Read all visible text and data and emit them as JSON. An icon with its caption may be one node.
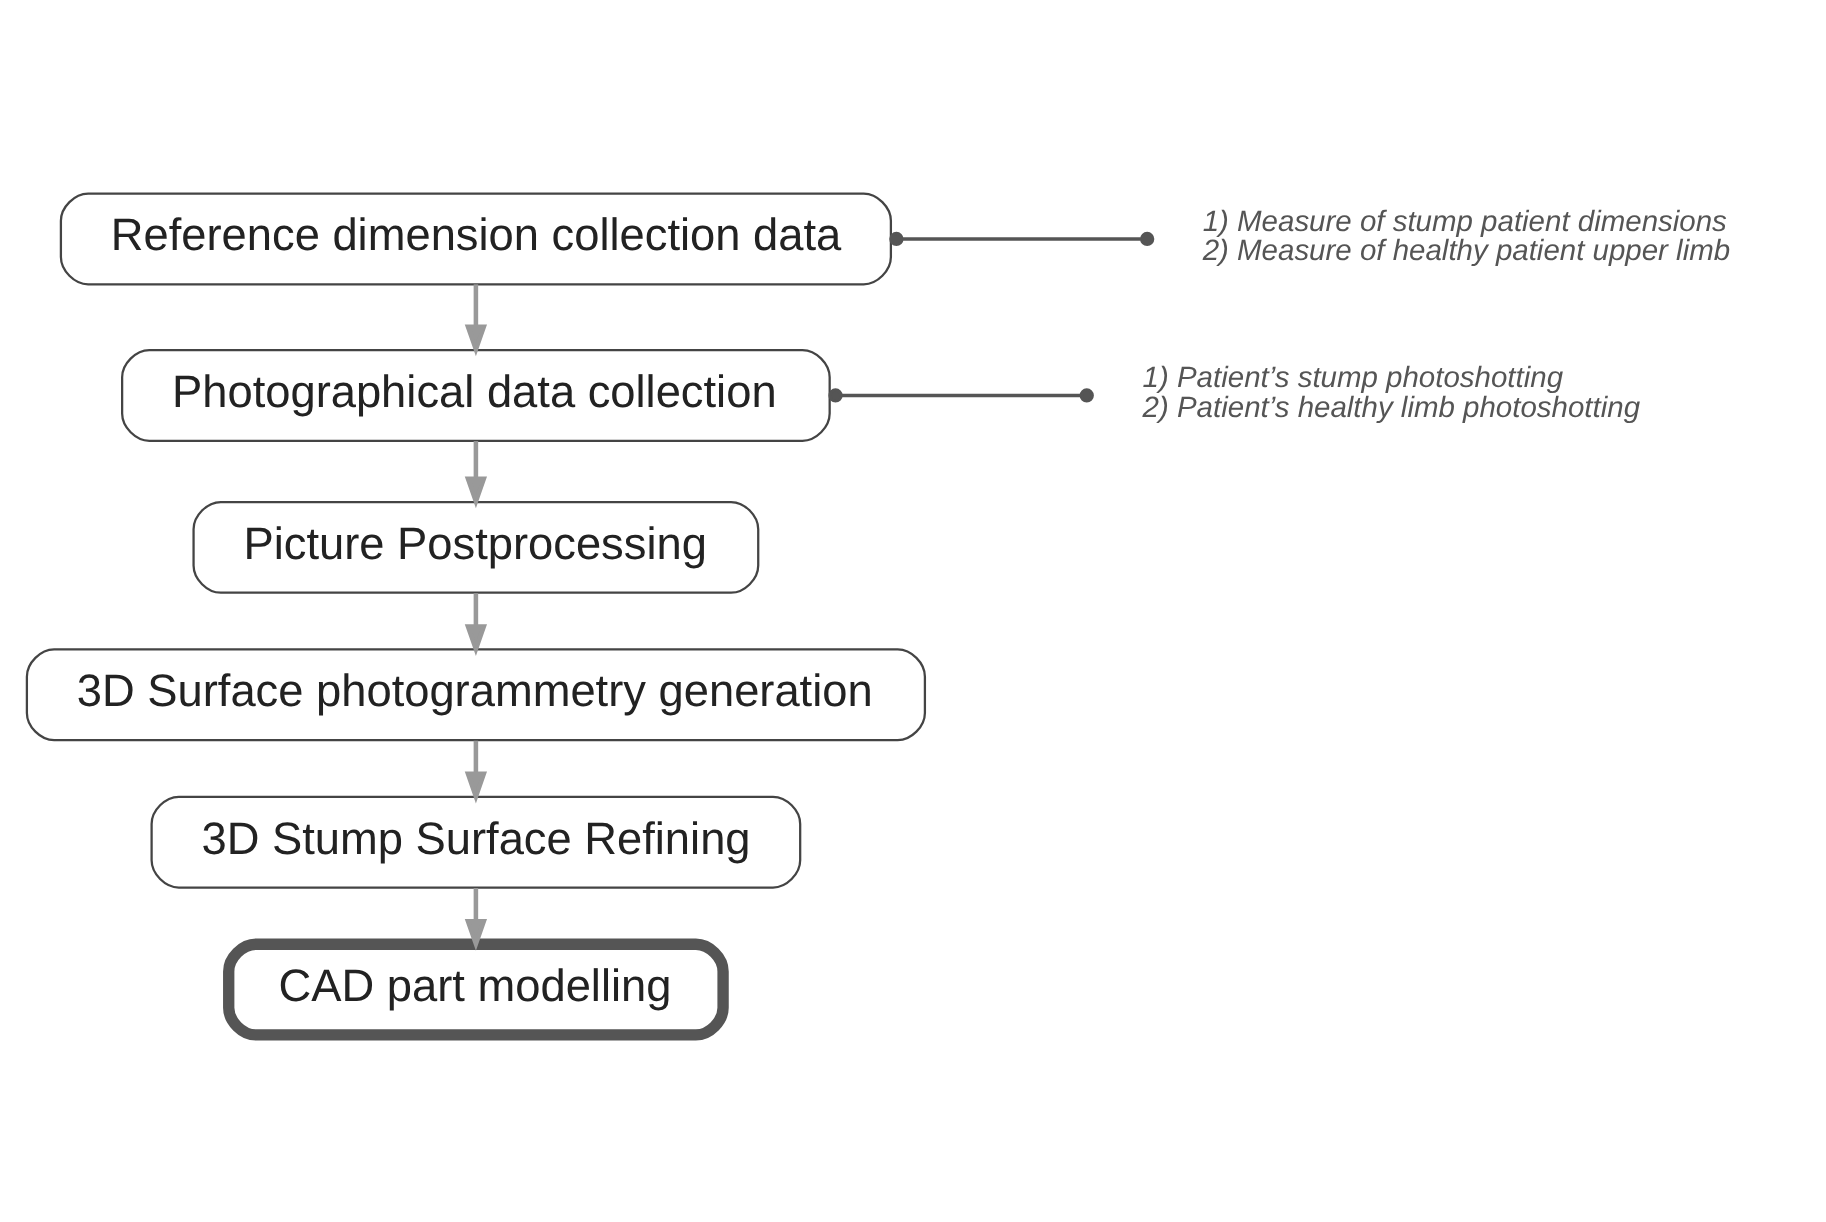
{
  "diagram": {
    "nodes": [
      {
        "text": [
          "Reference dimension collection data"
        ]
      },
      {
        "text": [
          "Photographical data collection"
        ]
      },
      {
        "text": [
          "Picture Postprocessing"
        ]
      },
      {
        "text": [
          "3D Surface photogrammetry generation"
        ]
      },
      {
        "text": [
          "3D Stump Surface Refining"
        ]
      },
      {
        "text": [
          "CAD part modelling"
        ]
      },
      {
        "text": [
          "1) Measure of stump patient dimensions",
          "2) Measure of healthy patient upper limb"
        ]
      },
      {
        "text": [
          "1) Patient’s stump photoshotting",
          "2) Patient’s healthy limb photoshotting"
        ]
      }
    ],
    "edges": [
      {
        "from": 0,
        "to": 1,
        "arrow": "to"
      },
      {
        "from": 1,
        "to": 2,
        "arrow": "to"
      },
      {
        "from": 2,
        "to": 3,
        "arrow": "to"
      },
      {
        "from": 3,
        "to": 4,
        "arrow": "to"
      },
      {
        "from": 4,
        "to": 5,
        "arrow": "to"
      },
      {
        "from": 0,
        "to": 6,
        "arrow": "other",
        "color": "#555555"
      },
      {
        "from": 1,
        "to": 7,
        "arrow": "other",
        "color": "#555555"
      }
    ]
  }
}
